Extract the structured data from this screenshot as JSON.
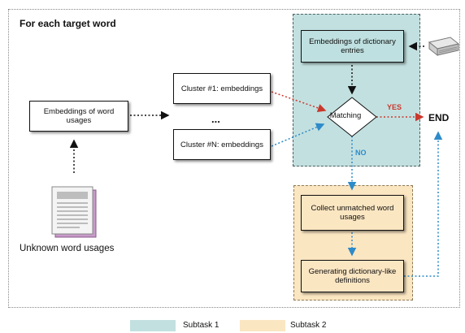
{
  "title": "For each target word",
  "nodes": {
    "embeddings_usages": "Embeddings of word usages",
    "cluster_1": "Cluster #1: embeddings",
    "ellipsis": "...",
    "cluster_n": "Cluster #N: embeddings",
    "dictionary_entries": "Embeddings of dictionary entries",
    "matching": "Matching",
    "end": "END",
    "collect_unmatched": "Collect unmatched word usages",
    "generating_definitions": "Generating dictionary-like definitions",
    "unknown_usages": "Unknown word usages"
  },
  "edges": {
    "yes_label": "YES",
    "no_label": "NO"
  },
  "legend": {
    "subtask1": "Subtask 1",
    "subtask2": "Subtask 2"
  },
  "colors": {
    "subtask1": "#c3e0e0",
    "subtask2": "#fbe6c2",
    "yes_arrow": "#c9382c",
    "no_arrow": "#2d8bc9"
  },
  "icons": [
    "document-icon",
    "dictionary-book-icon"
  ]
}
